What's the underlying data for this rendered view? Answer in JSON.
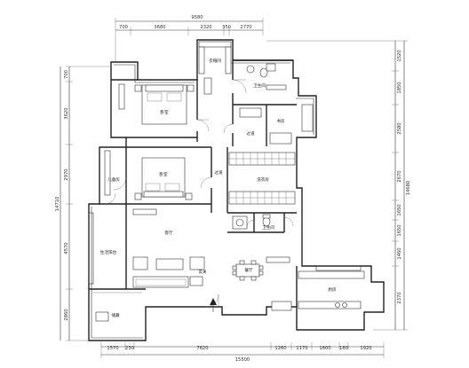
{
  "dimensions": {
    "top_total": "9580",
    "top_segments": [
      "700",
      "3680",
      "2320",
      "350",
      "2770"
    ],
    "bottom_total": "15500",
    "bottom_segments": [
      "1570",
      "230",
      "7620",
      "1260",
      "1170",
      "1600",
      "180",
      "1920"
    ],
    "left_total": "14710",
    "left_segments": [
      "700",
      "3620",
      "2970",
      "4570",
      "2860"
    ],
    "right_total": "14680",
    "right_segments": [
      "1520",
      "1850",
      "2580",
      "2670",
      "1650",
      "1650",
      "1460",
      "2370"
    ]
  },
  "rooms": {
    "master_bedroom": "卧室",
    "bedroom2": "卧室",
    "cloakroom": "衣帽间",
    "bath_top": "卫生间",
    "study": "书房",
    "corridor": "过道",
    "hall": "过道",
    "laundry": "洗衣房",
    "bath_mid": "卫生间",
    "kids_room": "儿童房",
    "living_room": "客厅",
    "dining": "餐厅",
    "balcony": "生活阳台",
    "kitchen": "厨房",
    "entrance": "玄关",
    "storage": "储藏"
  }
}
